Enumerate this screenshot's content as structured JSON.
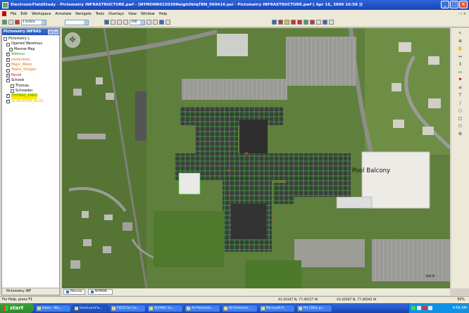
{
  "window": {
    "title": "ElectronicFieldStudy - Pictometry INFRASTRUCTURE.pwf - [NYMONR015030NeighOblqTBN_060416.psi - Pictometry INFRASTRUCTURE.pwf [ Apr 16, 2006 16:58 ]]"
  },
  "menu": {
    "items": [
      "File",
      "Edit",
      "Workspace",
      "Annotate",
      "Navigate",
      "Tools",
      "Overlays",
      "View",
      "Window",
      "Help"
    ],
    "mdi_controls": "- ♯ ×"
  },
  "toolbar": {
    "layer_combo": "1 Entire",
    "scale_combo": "100"
  },
  "layers_panel": {
    "title": "Pictometry INFRAS",
    "items": [
      {
        "label": "Pictometry L",
        "checked": false,
        "color": "black"
      },
      {
        "label": "Opened Warehous",
        "checked": false,
        "color": "black"
      },
      {
        "label": "Monroe Map",
        "checked": false,
        "color": "black"
      },
      {
        "label": "Address",
        "checked": true,
        "color": "green"
      },
      {
        "label": "centerlines",
        "checked": true,
        "color": "orange"
      },
      {
        "label": "Major_Water",
        "checked": false,
        "color": "orange"
      },
      {
        "label": "Towns_Villages",
        "checked": false,
        "color": "orange"
      },
      {
        "label": "Parcel",
        "checked": true,
        "color": "red"
      },
      {
        "label": "Schools",
        "checked": true,
        "color": "black"
      },
      {
        "label": "Thomas",
        "checked": false,
        "color": "black"
      },
      {
        "label": "Schroeder",
        "checked": false,
        "color": "black"
      },
      {
        "label": "THOMAS_ANNO",
        "checked": true,
        "color": "green",
        "selected": true
      },
      {
        "label": "SCHROEDER_BLDG",
        "checked": true,
        "color": "yellowlbl"
      }
    ],
    "tab_label": "Pictometry INF"
  },
  "map": {
    "annotation_label": "Pool Balcony",
    "scale_label": "100 ft"
  },
  "map_tabs": [
    {
      "label": "Monroe"
    },
    {
      "label": "NYMON..."
    }
  ],
  "status": {
    "help_text": "For Help, press F1",
    "coord1": "43.20347 N, 77.46157 W",
    "coord2": "43.20587 N, 77.46045 W",
    "zoom": "50%"
  },
  "taskbar": {
    "start_label": "start",
    "tasks": [
      "Inbox - Mic...",
      "ElectronicFie...",
      "FIELD for Ca...",
      "SCHMIC So...",
      "All Pictomet...",
      "All Pictomet...",
      "Microsoft P...",
      "PH CDHL pr..."
    ],
    "clock": "4:56 AM"
  },
  "colors": {
    "titlebar": "#1a45b8",
    "taskbar": "#245dd7",
    "start": "#3ea23e",
    "selected_layer_bg": "#ffea00",
    "grid_overlay": "#3ee03e"
  }
}
